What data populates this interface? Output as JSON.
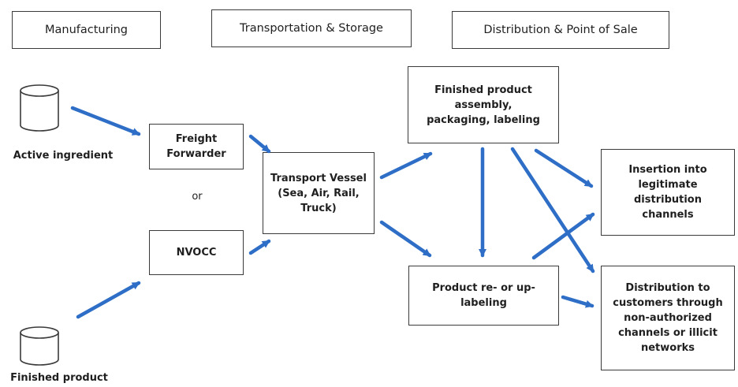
{
  "headers": {
    "manufacturing": "Manufacturing",
    "transport": "Transportation & Storage",
    "distribution": "Distribution & Point of Sale"
  },
  "sources": {
    "active": "Active ingredient",
    "finished": "Finished product"
  },
  "nodes": {
    "freight": "Freight Forwarder",
    "or": "or",
    "nvocc": "NVOCC",
    "vessel": "Transport Vessel (Sea, Air, Rail, Truck)",
    "assembly": "Finished product assembly, packaging, labeling",
    "relabel": "Product re- or up-labeling",
    "legit": "Insertion into legitimate distribution channels",
    "illicit": "Distribution to customers through non-authorized channels or illicit networks"
  },
  "colors": {
    "arrow": "#2e6ec6",
    "border": "#3a3a3a"
  },
  "icons": {
    "source": "cylinder-icon"
  }
}
